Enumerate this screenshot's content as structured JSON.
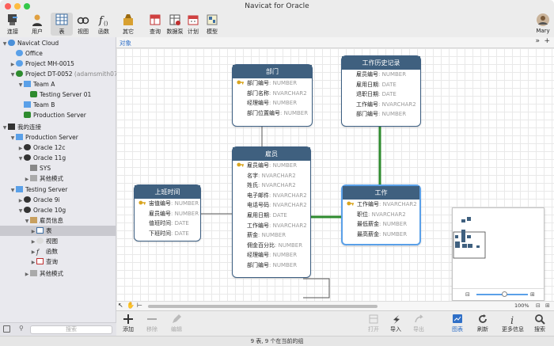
{
  "window": {
    "title": "Navicat for Oracle"
  },
  "toolbar": {
    "connect": "连接",
    "user": "用户",
    "table": "表",
    "view": "视图",
    "function": "函数",
    "others": "其它",
    "query": "查询",
    "datapump": "数据泵",
    "schedule": "计划",
    "model": "模型",
    "account": "Mary"
  },
  "sidebar": {
    "navicat_cloud": "Navicat Cloud",
    "office": "Office",
    "project_mh": "Project MH-0015",
    "project_dt": "Project DT-0052",
    "project_dt_owner": "(adamsmith071...",
    "team_a": "Team A",
    "testing_server_01": "Testing Server 01",
    "team_b": "Team B",
    "production_server_cloud": "Production Server",
    "my_connections": "我的连接",
    "production_server": "Production Server",
    "oracle_12c": "Oracle 12c",
    "oracle_11g": "Oracle 11g",
    "sys": "SYS",
    "other_schemas_1": "其他模式",
    "testing_server": "Testing Server",
    "oracle_9i": "Oracle 9i",
    "oracle_10g": "Oracle 10g",
    "employee_info": "雇员信息",
    "tables": "表",
    "views": "视图",
    "functions": "函数",
    "queries": "查询",
    "other_schemas_2": "其他模式",
    "search_placeholder": "搜索"
  },
  "tabbar": {
    "objects": "对象"
  },
  "entities": {
    "dept": {
      "title": "部门",
      "rows": [
        {
          "name": "部门编号",
          "type": ": NUMBER",
          "pk": true
        },
        {
          "name": "部门名称",
          "type": ": NVARCHAR2",
          "pk": false
        },
        {
          "name": "经理编号",
          "type": ": NUMBER",
          "pk": false
        },
        {
          "name": "部门位置编号",
          "type": ": NUMBER",
          "pk": false
        }
      ]
    },
    "jobhist": {
      "title": "工作历史记录",
      "rows": [
        {
          "name": "雇员编号",
          "type": ": NUMBER",
          "pk": false
        },
        {
          "name": "雇用日期",
          "type": ": DATE",
          "pk": false
        },
        {
          "name": "退职日期",
          "type": ": DATE",
          "pk": false
        },
        {
          "name": "工作编号",
          "type": ": NVARCHAR2",
          "pk": false
        },
        {
          "name": "部门编号",
          "type": ": NUMBER",
          "pk": false
        }
      ]
    },
    "emp": {
      "title": "雇员",
      "rows": [
        {
          "name": "雇员编号",
          "type": ": NUMBER",
          "pk": true
        },
        {
          "name": "名字",
          "type": ": NVARCHAR2",
          "pk": false
        },
        {
          "name": "姓氏",
          "type": ": NVARCHAR2",
          "pk": false
        },
        {
          "name": "电子邮件",
          "type": ": NVARCHAR2",
          "pk": false
        },
        {
          "name": "电话号码",
          "type": ": NVARCHAR2",
          "pk": false
        },
        {
          "name": "雇用日期",
          "type": ": DATE",
          "pk": false
        },
        {
          "name": "工作编号",
          "type": ": NVARCHAR2",
          "pk": false
        },
        {
          "name": "薪金",
          "type": ": NUMBER",
          "pk": false
        },
        {
          "name": "佣金百分比",
          "type": ": NUMBER",
          "pk": false
        },
        {
          "name": "经理编号",
          "type": ": NUMBER",
          "pk": false
        },
        {
          "name": "部门编号",
          "type": ": NUMBER",
          "pk": false
        }
      ]
    },
    "shift": {
      "title": "上班时间",
      "rows": [
        {
          "name": "宙值编号",
          "type": ": NUMBER",
          "pk": true
        },
        {
          "name": "雇员编号",
          "type": ": NUMBER",
          "pk": false
        },
        {
          "name": "值班时间",
          "type": ": DATE",
          "pk": false
        },
        {
          "name": "下班时间",
          "type": ": DATE",
          "pk": false
        }
      ]
    },
    "job": {
      "title": "工作",
      "rows": [
        {
          "name": "工作编号",
          "type": ": NVARCHAR2",
          "pk": true
        },
        {
          "name": "职位",
          "type": ": NVARCHAR2",
          "pk": false
        },
        {
          "name": "最低薪金",
          "type": ": NUMBER",
          "pk": false
        },
        {
          "name": "最高薪金",
          "type": ": NUMBER",
          "pk": false
        }
      ]
    }
  },
  "minimap": {
    "zoom": "100%"
  },
  "bottombar": {
    "add": "添加",
    "remove": "移除",
    "edit": "编辑",
    "open": "打开",
    "import": "导入",
    "export": "导出",
    "chart": "图表",
    "refresh": "刷新",
    "more_info": "更多信息",
    "search": "搜索"
  },
  "status": {
    "text": "9 表, 9 个在当前的组"
  },
  "colors": {
    "entity_header": "#3f607f",
    "relation_line": "#2e8b2e",
    "accent": "#2f6fc7"
  }
}
